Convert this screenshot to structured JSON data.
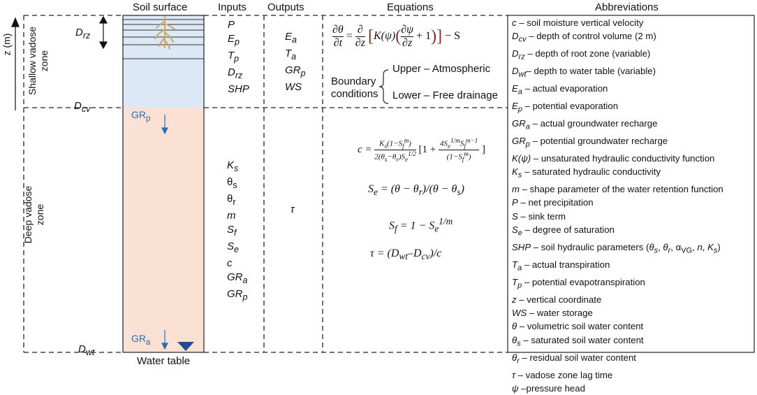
{
  "headers": {
    "soil_surface": "Soil surface",
    "inputs": "Inputs",
    "outputs": "Outputs",
    "equations": "Equations",
    "abbreviations": "Abbreviations"
  },
  "bottom_label": "Water table",
  "axis_label": "z (m)",
  "zones": {
    "shallow_line1": "Shallow vadose",
    "shallow_line2": "zone",
    "deep_line1": "Deep vadose",
    "deep_line2": "zone"
  },
  "depth_labels": {
    "drz": "D",
    "drz_sub": "rz",
    "dcv": "D",
    "dcv_sub": "cv",
    "dwt": "D",
    "dwt_sub": "wt"
  },
  "flux_labels": {
    "grp": "GR",
    "grp_sub": "p",
    "gra": "GR",
    "gra_sub": "a"
  },
  "shallow_inputs": [
    "P",
    "Ep",
    "Tp",
    "Drz",
    "SHP"
  ],
  "shallow_outputs": [
    "Ea",
    "Ta",
    "GRp",
    "WS"
  ],
  "deep_inputs": [
    "Ks",
    "θs",
    "θr",
    "m",
    "Sf",
    "Se",
    "c",
    "GRa",
    "GRp"
  ],
  "deep_outputs": [
    "τ"
  ],
  "boundary": {
    "label_line1": "Boundary",
    "label_line2": "conditions",
    "upper": "Upper – Atmospheric",
    "lower": "Lower – Free drainage"
  },
  "abbreviations": [
    "c – soil moisture vertical velocity",
    "Dcv – depth of control volume (2 m)",
    "Drz – depth of root zone (variable)",
    "Dwt – depth to water table (variable)",
    "Ea – actual evaporation",
    "Ep – potential evaporation",
    "GRa – actual groundwater recharge",
    "GRp – potential groundwater recharge",
    "K(ψ) – unsaturated hydraulic conductivity function",
    "Ks – saturated hydraulic conductivity",
    "m – shape parameter of the water retention function",
    "P – net precipitation",
    "S – sink term",
    "Se – degree of saturation",
    "SHP – soil hydraulic parameters (θs, θr, αVG, n, Ks)",
    "Ta – actual transpiration",
    "Tp – potential evapotranspiration",
    "z – vertical coordinate",
    "WS – water storage",
    "θ – volumetric soil water content",
    "θs – saturated soil water content",
    "θr – residual soil water content",
    "τ – vadose zone lag time",
    "ψ –pressure head"
  ],
  "colors": {
    "shallow_fill": "#dce8f5",
    "deep_fill": "#fbe1d3",
    "arrow_blue": "#2e6db4",
    "equation_bracket": "#7a2b2b",
    "root": "#c9a86a"
  }
}
